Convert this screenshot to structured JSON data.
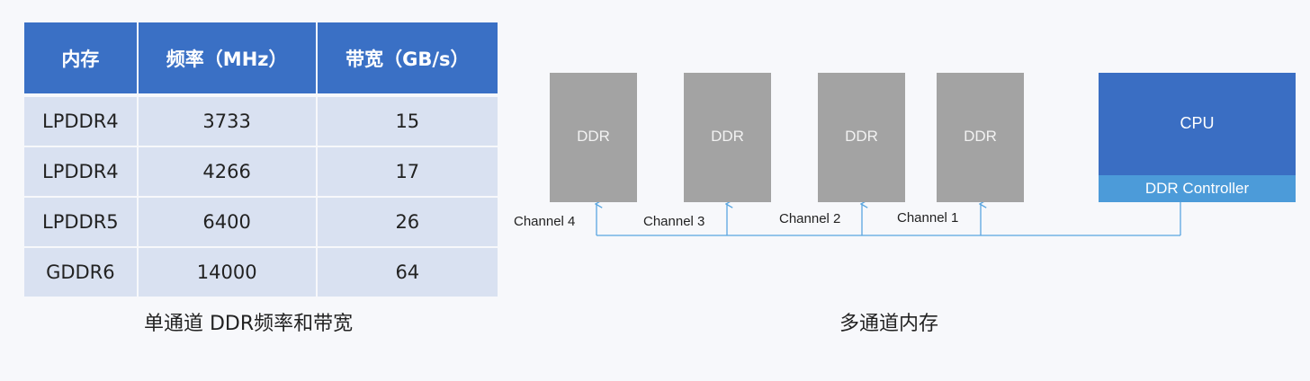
{
  "table": {
    "headers": [
      "内存",
      "频率（MHz）",
      "带宽（GB/s）"
    ],
    "rows": [
      [
        "LPDDR4",
        "3733",
        "15"
      ],
      [
        "LPDDR4",
        "4266",
        "17"
      ],
      [
        "LPDDR5",
        "6400",
        "26"
      ],
      [
        "GDDR6",
        "14000",
        "64"
      ]
    ]
  },
  "table_caption": "单通道 DDR频率和带宽",
  "diagram": {
    "ddr_label": "DDR",
    "cpu_label": "CPU",
    "controller_label": "DDR Controller",
    "channels": [
      "Channel 4",
      "Channel 3",
      "Channel 2",
      "Channel 1"
    ],
    "caption": "多通道内存"
  },
  "colors": {
    "header": "#3a70c5",
    "row": "#d9e1f1",
    "cpu": "#3a6ec3",
    "controller": "#4c9bd9",
    "ddr": "#a3a3a3",
    "bus": "#5aa6e0"
  }
}
